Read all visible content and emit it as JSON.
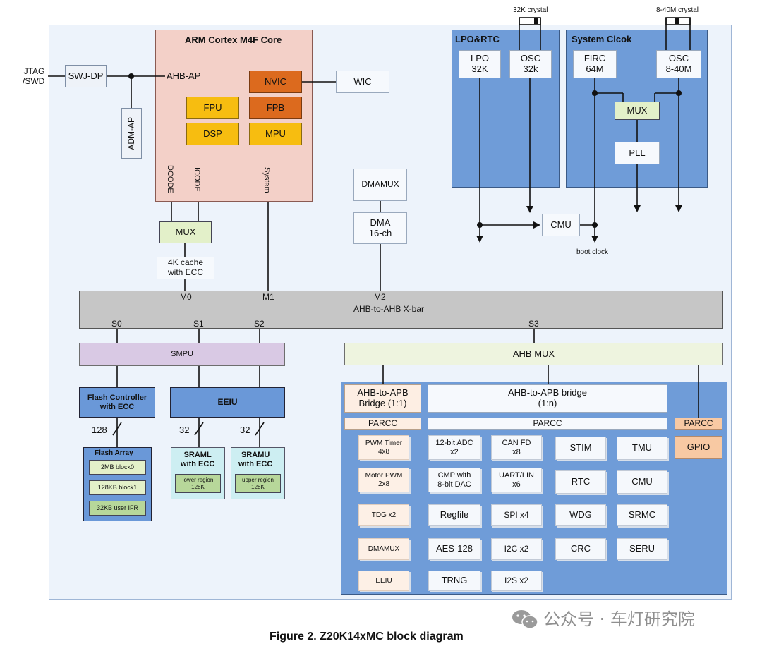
{
  "jtag_label": "JTAG\n/SWD",
  "swj_dp": "SWJ-DP",
  "adm_ap": "ADM-AP",
  "core": {
    "title": "ARM Cortex M4F Core",
    "ahb_ap": "AHB-AP",
    "nvic": "NVIC",
    "fpu": "FPU",
    "fpb": "FPB",
    "dsp": "DSP",
    "mpu": "MPU",
    "dcode": "DCODE",
    "icode": "ICODE",
    "system": "System"
  },
  "wic": "WIC",
  "mux_cache": "MUX",
  "cache": "4K cache\nwith ECC",
  "dmamux_top": "DMAMUX",
  "dma": "DMA\n16-ch",
  "lpo_rtc": {
    "title": "LPO&RTC",
    "crystal": "32K crystal",
    "lpo": "LPO\n32K",
    "osc": "OSC\n32k"
  },
  "sys_clock": {
    "title": "System Clcok",
    "crystal": "8-40M crystal",
    "firc": "FIRC\n64M",
    "osc": "OSC\n8-40M",
    "mux": "MUX",
    "pll": "PLL"
  },
  "cmu_top": "CMU",
  "boot_clock": "boot clock",
  "xbar": {
    "label": "AHB-to-AHB X-bar",
    "m0": "M0",
    "m1": "M1",
    "m2": "M2",
    "s0": "S0",
    "s1": "S1",
    "s2": "S2",
    "s3": "S3"
  },
  "smpu": "SMPU",
  "flash_ctrl": "Flash Controller\nwith ECC",
  "eeiu_top": "EEIU",
  "bus_widths": [
    "128",
    "32",
    "32"
  ],
  "flash_array": {
    "title": "Flash Array",
    "blocks": [
      "2MB block0",
      "128KB block1",
      "32KB user IFR"
    ]
  },
  "sraml": {
    "title": "SRAML\nwith ECC",
    "region": "lower region\n128K"
  },
  "sramu": {
    "title": "SRAMU\nwith ECC",
    "region": "upper region\n128K"
  },
  "ahb_mux": "AHB MUX",
  "apb_bridge_11": "AHB-to-APB\nBridge (1:1)",
  "apb_bridge_1n": "AHB-to-APB bridge\n(1:n)",
  "parcc": [
    "PARCC",
    "PARCC",
    "PARCC"
  ],
  "gpio": "GPIO",
  "peripherals_1to1": [
    "PWM Timer\n4x8",
    "Motor PWM\n2x8",
    "TDG x2",
    "DMAMUX",
    "EEIU"
  ],
  "peripherals_col2": [
    "12-bit ADC\nx2",
    "CMP with\n8-bit DAC",
    "Regfile",
    "AES-128",
    "TRNG"
  ],
  "peripherals_col3": [
    "CAN FD\nx8",
    "UART/LIN\nx6",
    "SPI x4",
    "I2C x2",
    "I2S x2"
  ],
  "peripherals_col4": [
    "STIM",
    "RTC",
    "WDG",
    "CRC"
  ],
  "peripherals_col5": [
    "TMU",
    "CMU",
    "SRMC",
    "SERU"
  ],
  "caption": "Figure 2. Z20K14xMC block diagram",
  "watermark": "公众号 · 车灯研究院",
  "colors": {
    "outer_bg": "#edf3fb",
    "clock_blue": "#6f9cd8",
    "core_pink": "#f3d0c8",
    "yellow": "#f7bd10",
    "orange": "#dc6a1e",
    "xbar_gray": "#c6c6c6",
    "periph_blue": "#6f9cd8"
  }
}
